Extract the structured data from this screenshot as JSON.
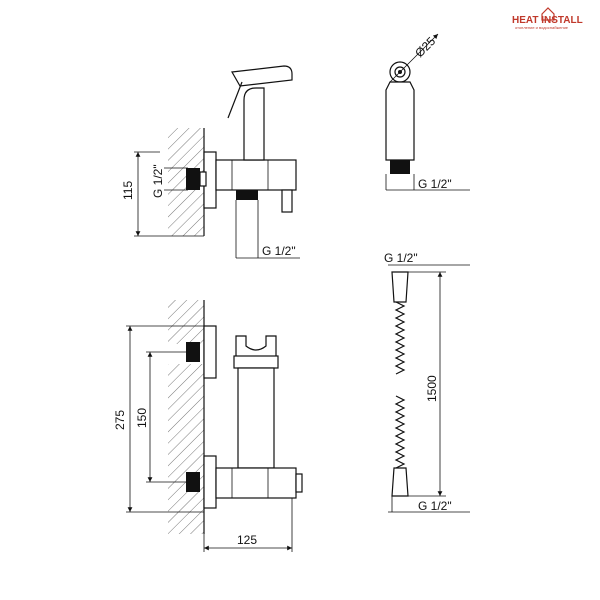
{
  "logo": {
    "brand": "HEAT INSTALL",
    "tagline": "отопление и водоснабжение",
    "color": "#c0392b"
  },
  "side_view": {
    "height_dim": "115",
    "inlet_thread": "G 1/2\"",
    "outlet_thread": "G 1/2\""
  },
  "sprayer_view": {
    "diameter_dim": "Ø25",
    "thread": "G 1/2\""
  },
  "hose_view": {
    "top_thread": "G 1/2\"",
    "length_dim": "1500",
    "bottom_thread": "G 1/2\""
  },
  "front_view": {
    "overall_height_dim": "275",
    "center_distance_dim": "150",
    "depth_dim": "125"
  }
}
